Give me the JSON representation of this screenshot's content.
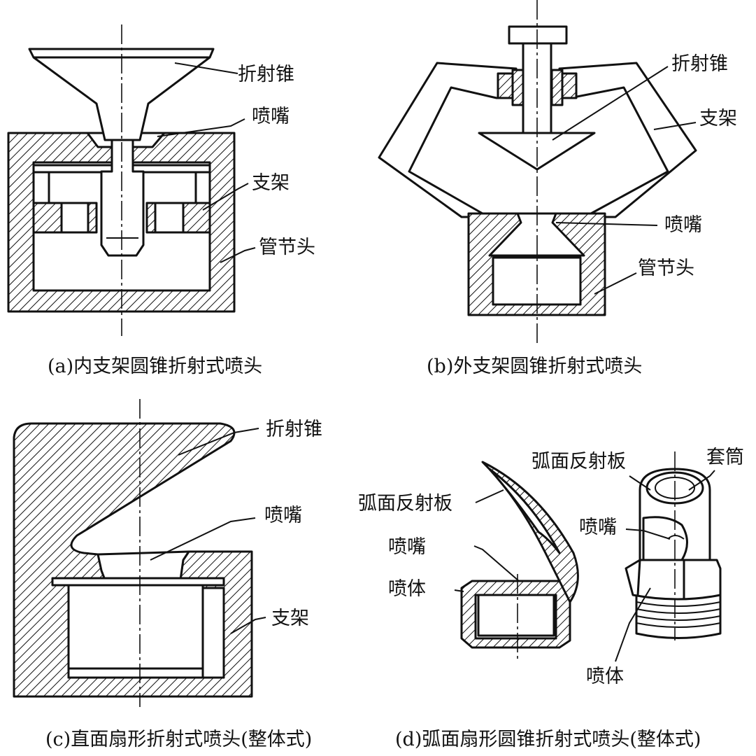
{
  "panels": {
    "a": {
      "caption": "(a)内支架圆锥折射式喷头",
      "labels": [
        "折射锥",
        "喷嘴",
        "支架",
        "管节头"
      ]
    },
    "b": {
      "caption": "(b)外支架圆锥折射式喷头",
      "labels": [
        "折射锥",
        "支架",
        "喷嘴",
        "管节头"
      ]
    },
    "c": {
      "caption": "(c)直面扇形折射式喷头(整体式)",
      "labels": [
        "折射锥",
        "喷嘴",
        "支架"
      ]
    },
    "d": {
      "caption": "(d)弧面扇形圆锥折射式喷头(整体式)",
      "labels_left": [
        "弧面反射板",
        "喷嘴",
        "喷体"
      ],
      "labels_right": [
        "弧面反射板",
        "套筒",
        "喷嘴",
        "喷体"
      ]
    }
  }
}
